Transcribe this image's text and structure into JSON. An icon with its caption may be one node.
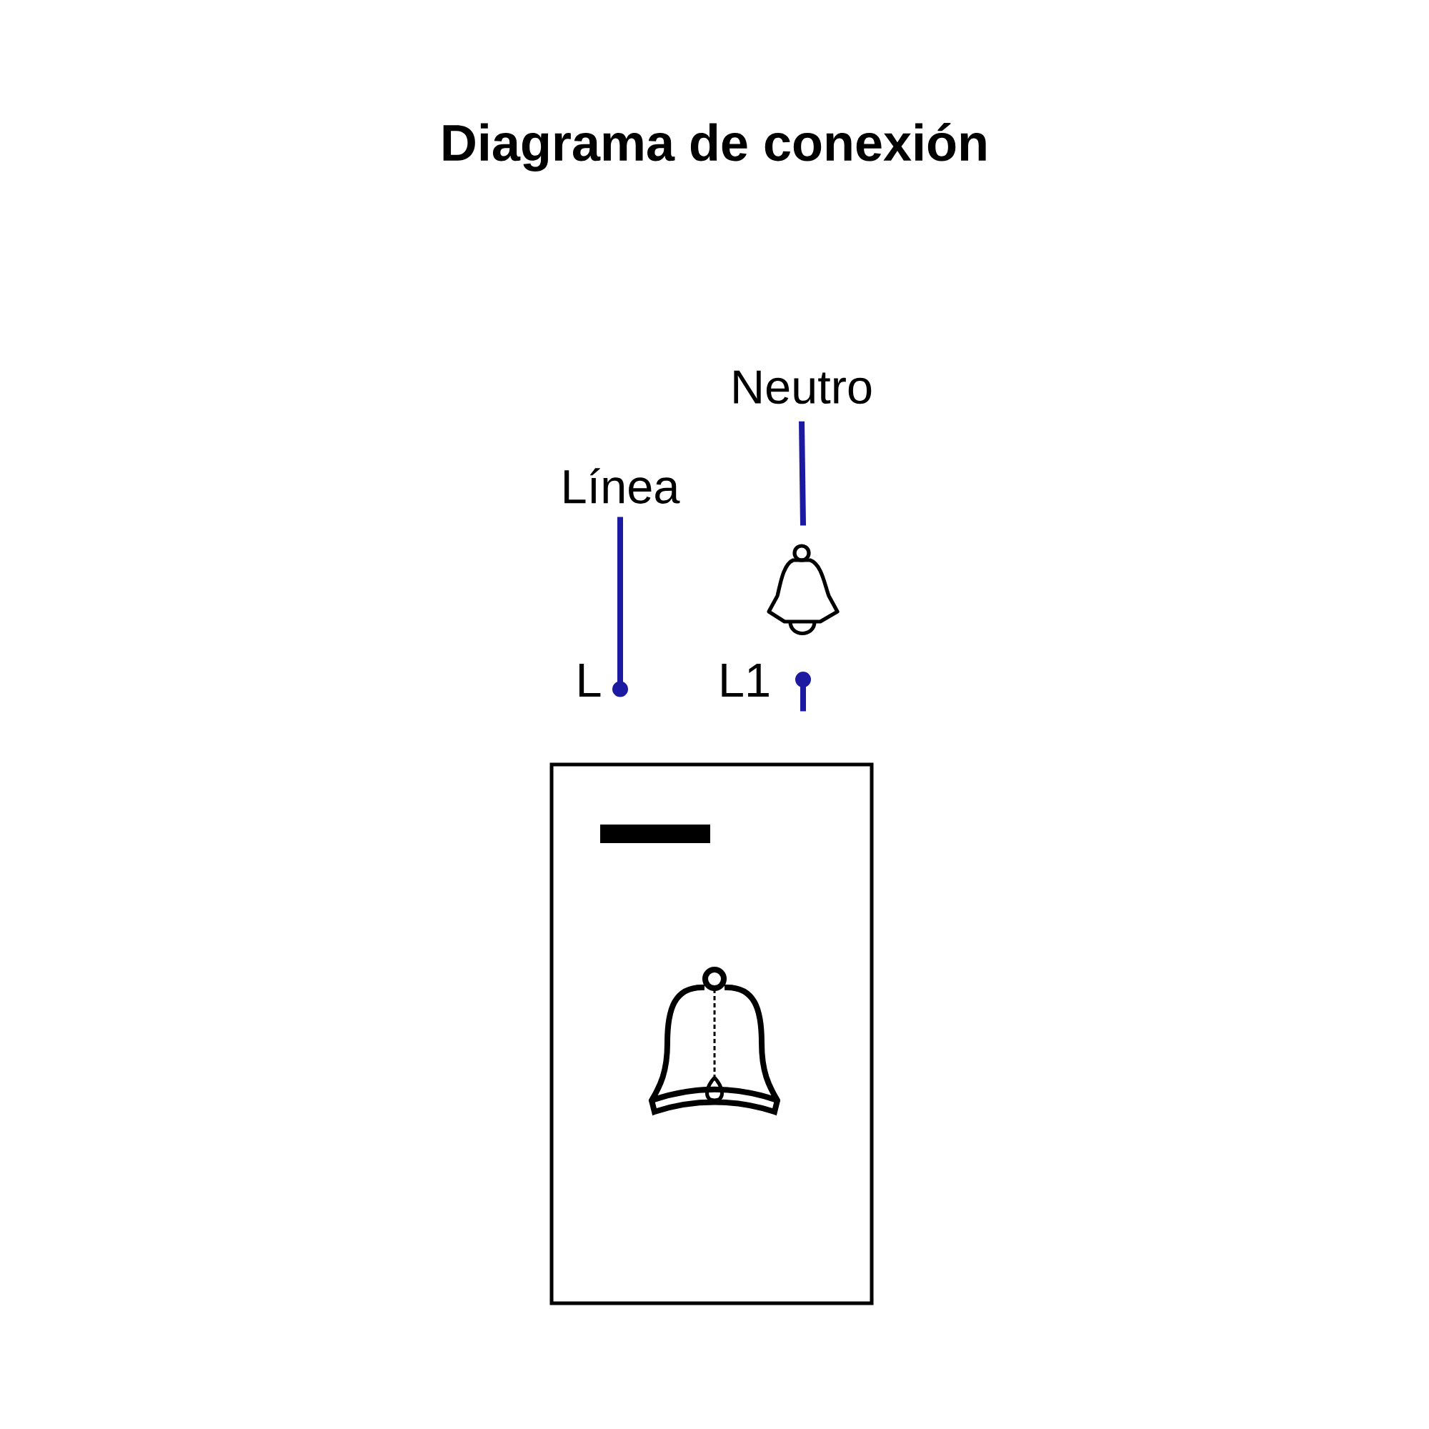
{
  "diagram": {
    "title": "Diagrama de conexión",
    "nodes": [
      {
        "text": [
          "Línea"
        ]
      },
      {
        "text": [
          "L"
        ]
      },
      {
        "text": [
          "Neutro"
        ]
      },
      {
        "text": [],
        "shape": "picture"
      },
      {
        "text": [
          "L1"
        ]
      },
      {
        "text": [],
        "shape": "box"
      }
    ],
    "edges": [
      {
        "from": 0,
        "to": 1,
        "arrow": "other"
      },
      {
        "from": 2,
        "to": 3,
        "arrow": "none"
      },
      {
        "from": 4,
        "to": null,
        "arrow": "other"
      }
    ]
  }
}
